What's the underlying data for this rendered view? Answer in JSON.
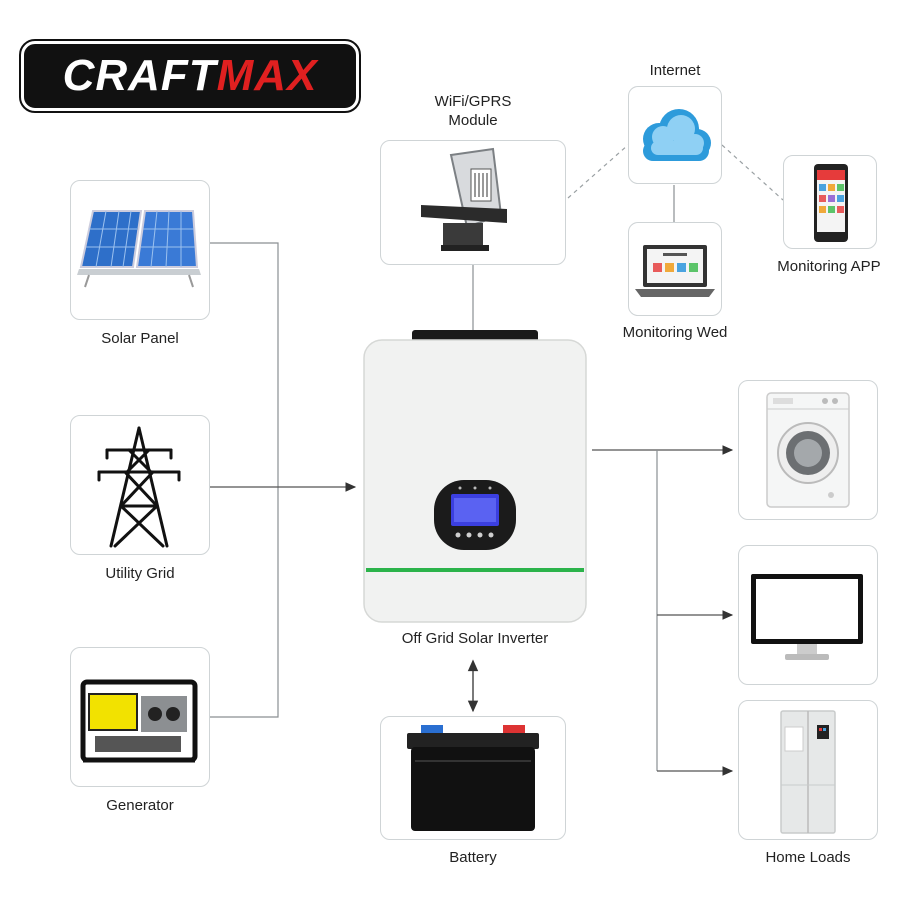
{
  "brand": {
    "part1": "CRAFT",
    "part2": "MAX",
    "color1": "#ffffff",
    "color2": "#e02020"
  },
  "nodes": {
    "solar_panel": "Solar Panel",
    "utility_grid": "Utility Grid",
    "generator": "Generator",
    "wifi_module": "WiFi/GPRS\nModule",
    "internet": "Internet",
    "monitoring_app": "Monitoring APP",
    "monitoring_web": "Monitoring Wed",
    "inverter": "Off Grid Solar Inverter",
    "battery": "Battery",
    "home_loads": "Home Loads"
  },
  "colors": {
    "accent": "#2bb34a",
    "line": "#8a8f92",
    "dashed": "#9aa0a3"
  },
  "icons": [
    "solar-panel-icon",
    "transmission-tower-icon",
    "generator-icon",
    "wifi-module-icon",
    "cloud-icon",
    "laptop-icon",
    "smartphone-icon",
    "inverter-icon",
    "battery-icon",
    "washing-machine-icon",
    "monitor-icon",
    "refrigerator-icon"
  ]
}
